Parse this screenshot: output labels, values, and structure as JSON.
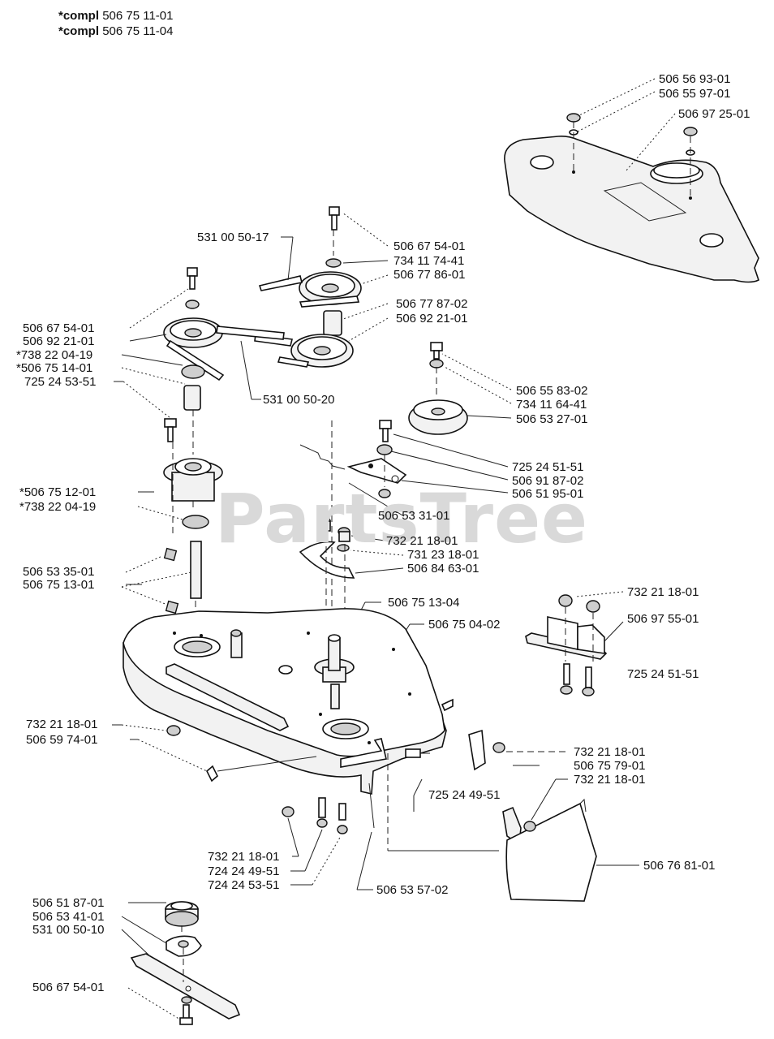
{
  "header": {
    "lines": [
      {
        "prefix": "*compl",
        "number": "506 75 11-01"
      },
      {
        "prefix": "*compl",
        "number": "506 75 11-04"
      }
    ]
  },
  "watermark": "PartsTree",
  "labels": [
    "506 56 93-01",
    "506 55 97-01",
    "506 97 25-01",
    "531 00 50-17",
    "506 67 54-01",
    "734 11 74-41",
    "506 77 86-01",
    "506 77 87-02",
    "506 92 21-01",
    "506 67 54-01",
    "506 92 21-01",
    "*738 22 04-19",
    "*506 75 14-01",
    "725 24 53-51",
    "531 00 50-20",
    "506 55 83-02",
    "734 11 64-41",
    "506 53 27-01",
    "725 24 51-51",
    "506 91 87-02",
    "506 51 95-01",
    "*506 75 12-01",
    "*738 22 04-19",
    "506 53 31-01",
    "732 21 18-01",
    "731 23 18-01",
    "506 84 63-01",
    "506 53 35-01",
    "506 75 13-01",
    "506 75 13-04",
    "506 75 04-02",
    "732 21 18-01",
    "506 97 55-01",
    "725 24 51-51",
    "732 21 18-01",
    "506 59 74-01",
    "732 21 18-01",
    "506 75 79-01",
    "732 21 18-01",
    "725 24 49-51",
    "506 76 81-01",
    "732 21 18-01",
    "724 24 49-51",
    "724 24 53-51",
    "506 53 57-02",
    "506 51 87-01",
    "506 53 41-01",
    "531 00 50-10",
    "506 67 54-01"
  ]
}
